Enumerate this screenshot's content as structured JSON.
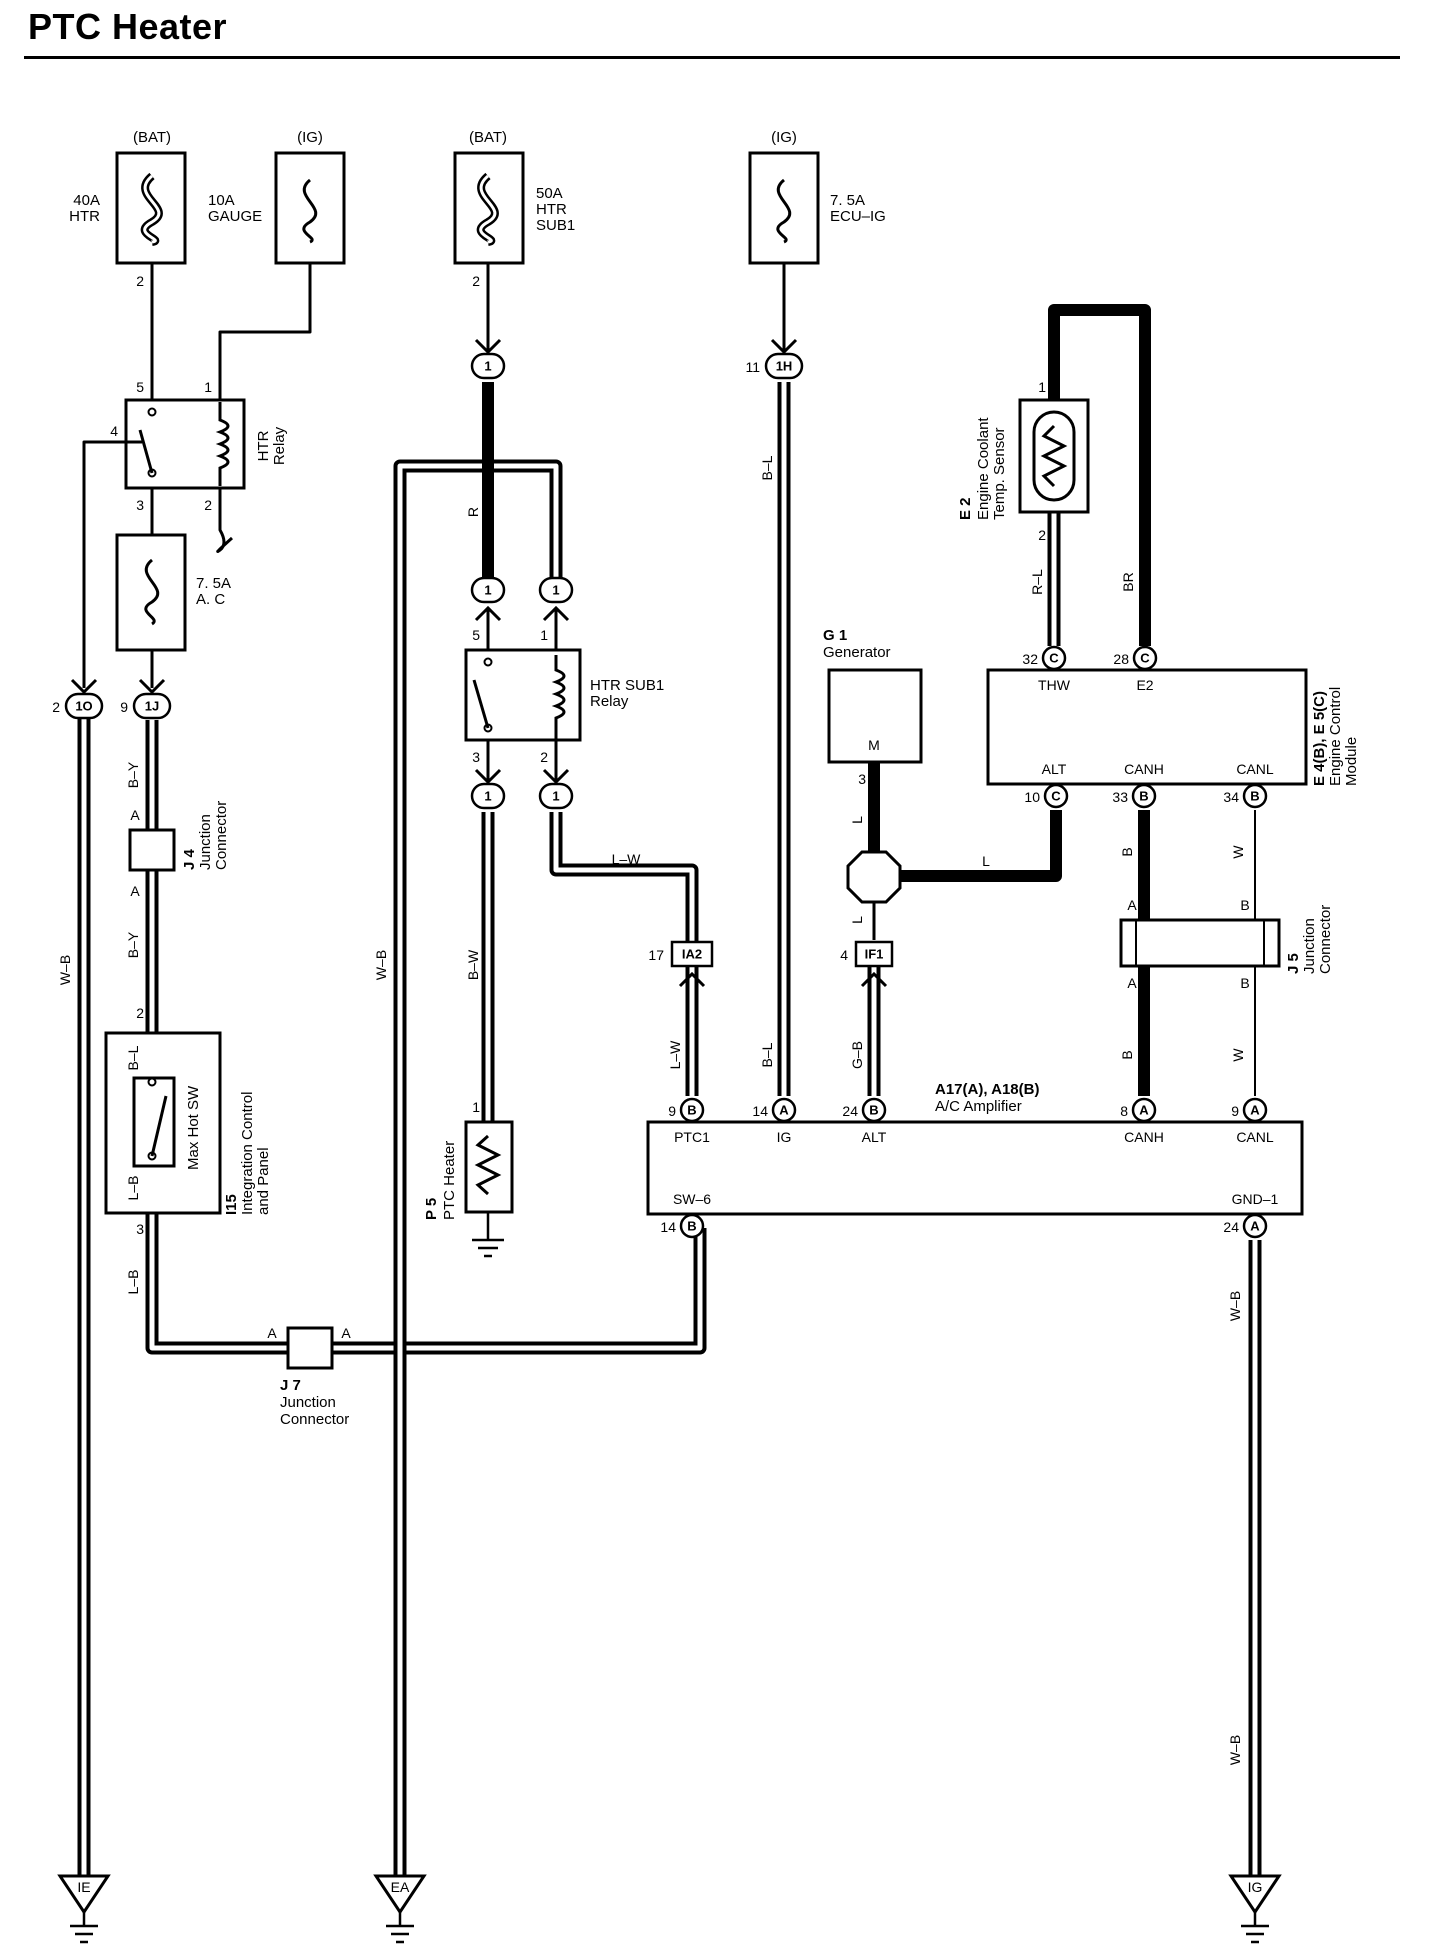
{
  "title": "PTC Heater",
  "power": {
    "bat1": "(BAT)",
    "ig1": "(IG)",
    "bat2": "(BAT)",
    "ig2": "(IG)"
  },
  "fuses": {
    "htr": [
      "40A",
      "HTR"
    ],
    "gauge": [
      "10A",
      "GAUGE"
    ],
    "htr_sub1": [
      "50A",
      "HTR",
      "SUB1"
    ],
    "ecu_ig": [
      "7. 5A",
      "ECU–IG"
    ],
    "ac": [
      "7. 5A",
      "A. C"
    ]
  },
  "relays": {
    "htr": [
      "HTR",
      "Relay"
    ],
    "htr_sub1": [
      "HTR SUB1",
      "Relay"
    ]
  },
  "connectors": {
    "c1": "1",
    "c1h": "1H",
    "c1o": "1O",
    "c1j": "1J",
    "ia2": "IA2",
    "if1": "IF1",
    "B": "B",
    "A": "A",
    "C": "C"
  },
  "pins": {
    "n1": "1",
    "n2": "2",
    "n3": "3",
    "n4": "4",
    "n5": "5",
    "n8": "8",
    "n9": "9",
    "n10": "10",
    "n11": "11",
    "n14": "14",
    "n17": "17",
    "n24": "24",
    "n28": "28",
    "n32": "32",
    "n33": "33",
    "n34": "34"
  },
  "wire_colors": {
    "wb": "W–B",
    "by": "B–Y",
    "bl": "B–L",
    "lb": "L–B",
    "r": "R",
    "bw": "B–W",
    "lw": "L–W",
    "gb": "G–B",
    "l": "L",
    "rl": "R–L",
    "br": "BR",
    "b": "B",
    "w": "W"
  },
  "components": {
    "j4": {
      "code": "J 4",
      "name": [
        "Junction",
        "Connector"
      ]
    },
    "j5": {
      "code": "J 5",
      "name": [
        "Junction",
        "Connector"
      ]
    },
    "j7": {
      "code": "J 7",
      "name": [
        "Junction",
        "Connector"
      ]
    },
    "i15": {
      "code": "I15",
      "name": [
        "Integration Control",
        "and Panel"
      ],
      "switch": "Max Hot SW"
    },
    "p5": {
      "code": "P 5",
      "name": "PTC Heater"
    },
    "g1": {
      "code": "G 1",
      "name": "Generator",
      "pin": "M"
    },
    "e2": {
      "code": "E 2",
      "name": [
        "Engine Coolant",
        "Temp. Sensor"
      ]
    },
    "ecm": {
      "code": "E 4(B), E 5(C)",
      "name": [
        "Engine Control",
        "Module"
      ],
      "pins": [
        "THW",
        "E2",
        "ALT",
        "CANH",
        "CANL"
      ]
    },
    "amp": {
      "code": "A17(A), A18(B)",
      "name": "A/C Amplifier",
      "pins": [
        "PTC1",
        "IG",
        "ALT",
        "CANH",
        "CANL",
        "SW–6",
        "GND–1"
      ]
    }
  },
  "grounds": [
    "IE",
    "EA",
    "IG"
  ]
}
